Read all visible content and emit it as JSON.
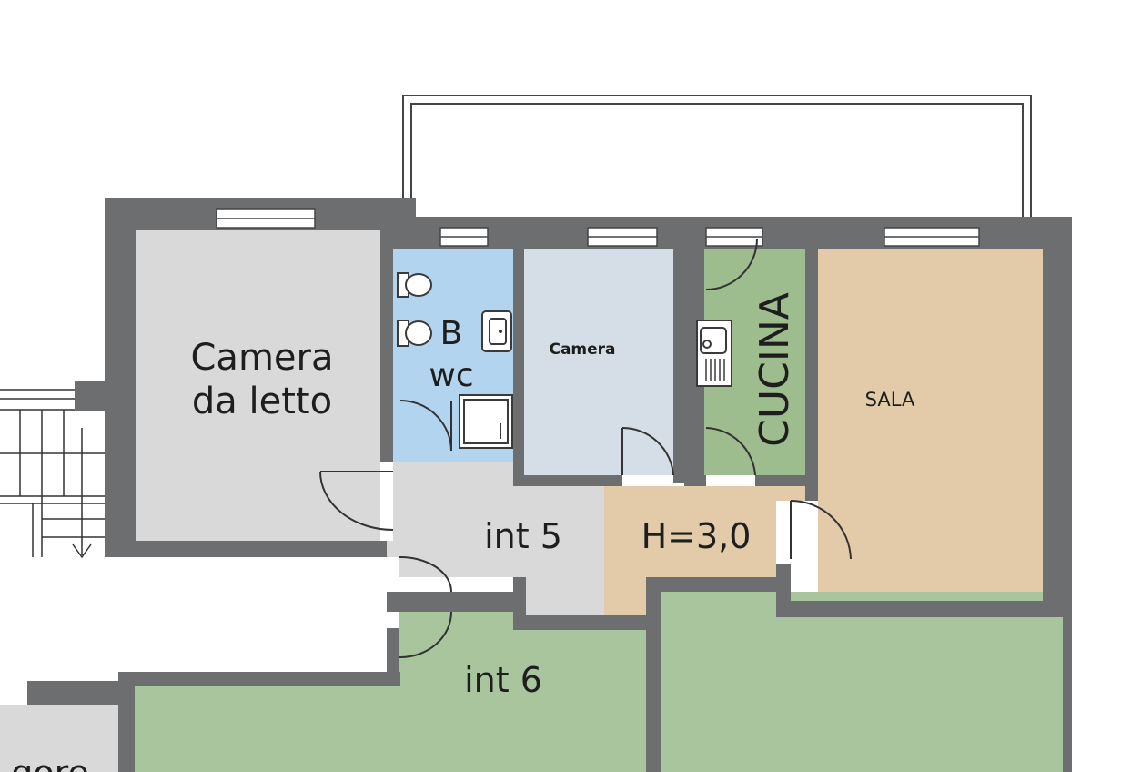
{
  "colors": {
    "wall": "#6d6e70",
    "room_grey": "#d9d9d9",
    "bathroom_blue": "#b3d4ee",
    "bedroom_light_blue": "#d5dde6",
    "kitchen_green": "#9dbd8e",
    "living_tan": "#e3cbaa",
    "hall_grey": "#d9d9d9",
    "hall_tan": "#e3cbaa",
    "neighbor_green": "#a8c59d",
    "background": "#ffffff"
  },
  "rooms": {
    "camera_da_letto": {
      "line1": "Camera",
      "line2": "da letto"
    },
    "bagno": {
      "line1": "B",
      "line2": "wc"
    },
    "camera": {
      "label": "Camera"
    },
    "cucina": {
      "label": "CUCINA"
    },
    "sala": {
      "label": "SALA"
    },
    "int5": {
      "label": "int 5"
    },
    "height": {
      "label": "H=3,0"
    },
    "int6": {
      "label": "int 6"
    },
    "partial_room": {
      "label": "gore"
    }
  },
  "icons": {
    "toilet": "toilet-icon",
    "bidet": "bidet-icon",
    "sink": "sink-icon",
    "shower": "shower-icon",
    "kitchen_sink": "kitchen-sink-icon",
    "stairs": "stairs-icon"
  }
}
